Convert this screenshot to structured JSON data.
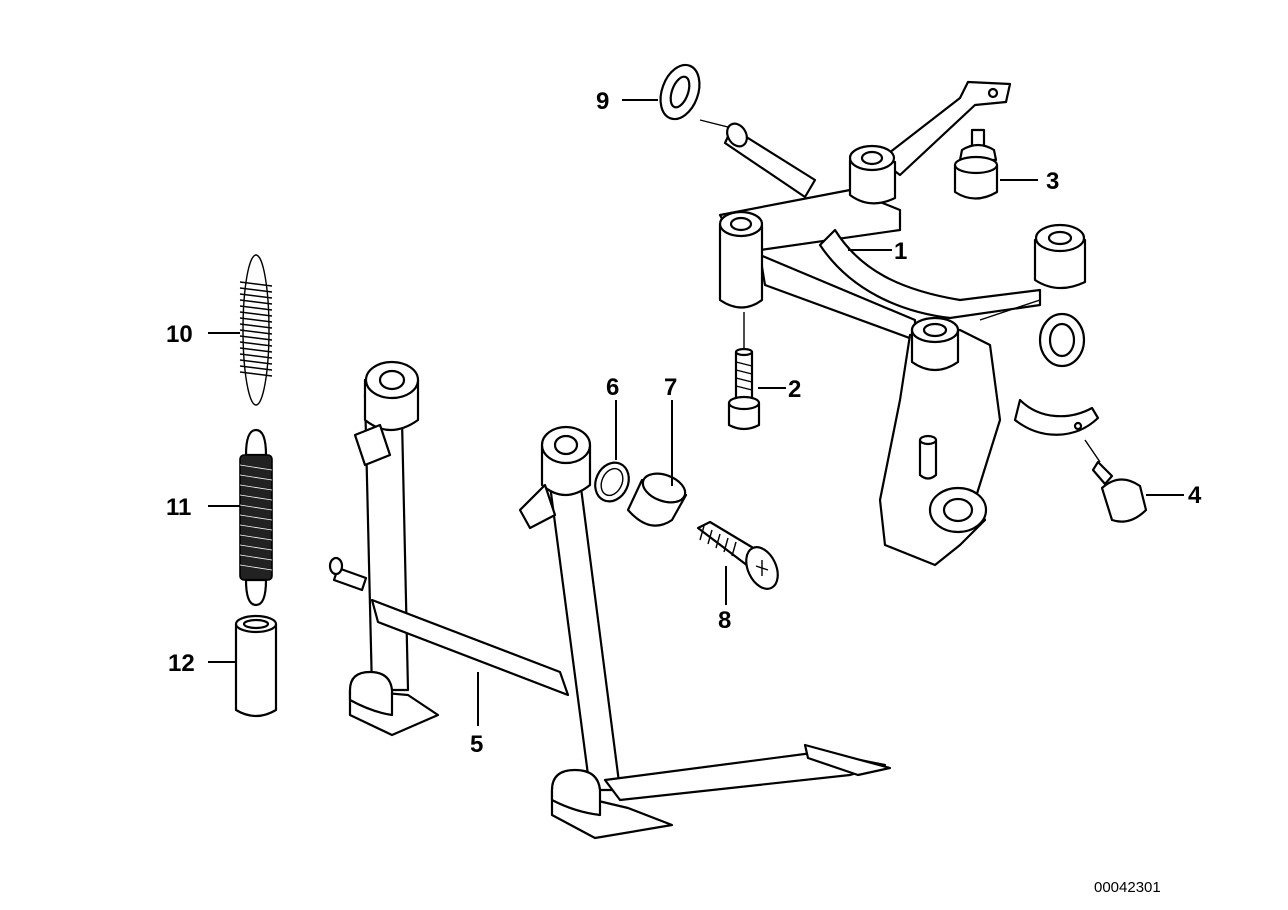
{
  "diagram": {
    "callouts": [
      {
        "id": "1",
        "label": "1"
      },
      {
        "id": "2",
        "label": "2"
      },
      {
        "id": "3",
        "label": "3"
      },
      {
        "id": "4",
        "label": "4"
      },
      {
        "id": "5",
        "label": "5"
      },
      {
        "id": "6",
        "label": "6"
      },
      {
        "id": "7",
        "label": "7"
      },
      {
        "id": "8",
        "label": "8"
      },
      {
        "id": "9",
        "label": "9"
      },
      {
        "id": "10",
        "label": "10"
      },
      {
        "id": "11",
        "label": "11"
      },
      {
        "id": "12",
        "label": "12"
      }
    ],
    "drawing_number": "00042301"
  }
}
